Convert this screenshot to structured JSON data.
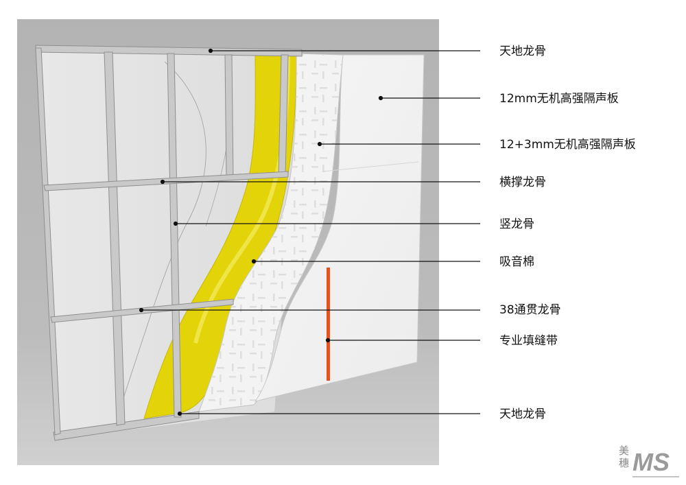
{
  "labels": [
    "天地龙骨",
    "12mm无机高强隔声板",
    "12+3mm无机高强隔声板",
    "横撑龙骨",
    "竖龙骨",
    "吸音棉",
    "38通贯龙骨",
    "专业填缝带",
    "天地龙骨"
  ],
  "logo": {
    "char1": "美",
    "char2": "穗",
    "mark": "MS"
  },
  "colors": {
    "wall_bg": "#b9b9b9",
    "frame": "#c9c9c9",
    "insulation": "#e3d40a",
    "board": "#f1f1f1",
    "tape": "#e8501c"
  }
}
